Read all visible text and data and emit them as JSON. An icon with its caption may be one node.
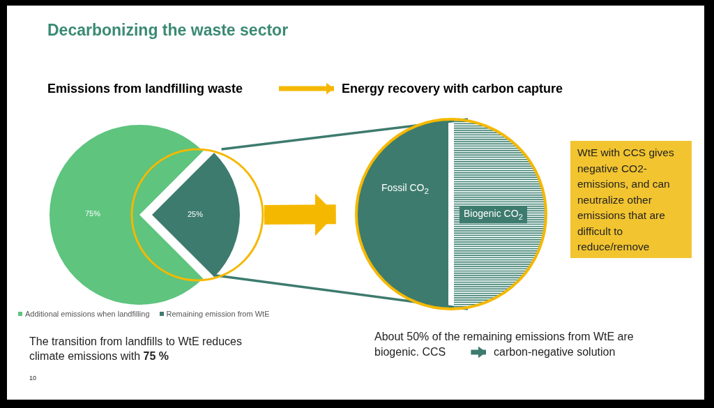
{
  "diagram": {
    "title": "Decarbonizing the waste sector",
    "nodes": [
      {
        "text": [
          "Emissions from landfilling waste"
        ]
      },
      {
        "text": [
          "Energy recovery with carbon capture"
        ]
      },
      {
        "text": [
          "75%"
        ]
      },
      {
        "text": [
          "25%"
        ]
      },
      {
        "text": [
          "Fossil CO$_{2}$",
          "Biogenic CO$_{2}$"
        ]
      },
      {
        "text": [
          "WtE with CCS gives negative CO2-emissions, and can neutralize other emissions that are difficult to reduce/remove"
        ]
      },
      {
        "text": [
          "About 50% of the remaining emissions from WtE are biogenic. CCS"
        ]
      },
      {
        "text": [
          "carbon-negative solution"
        ]
      }
    ],
    "edges": [
      {
        "from": 0,
        "to": 1,
        "arrow": "to",
        "color": "#f5b800"
      },
      {
        "from": 3,
        "to": 4,
        "arrow": "to",
        "style": "thick",
        "color": "#f5b800"
      },
      {
        "from": 3,
        "to": 4,
        "arrow": "none"
      },
      {
        "from": 3,
        "to": 4,
        "arrow": "none"
      },
      {
        "from": 6,
        "to": 7,
        "arrow": "to"
      }
    ],
    "labels": [
      "The transition from landfills to WtE reduces climate emissions with **75 %**",
      "10"
    ],
    "legend": [
      {
        "text": "Additional emissions when landfilling",
        "color": "#5ec47e"
      },
      {
        "text": "Remaining emission from WtE",
        "color": "#3d7b6e"
      }
    ]
  }
}
